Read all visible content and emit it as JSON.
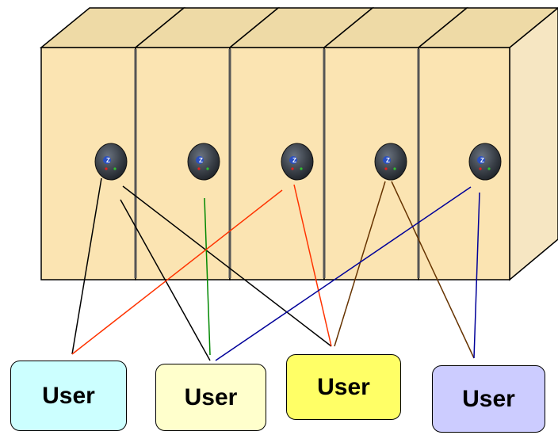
{
  "diagram": {
    "cabinets": [
      {
        "id": "cab1",
        "device_icon": "zpower-device-icon"
      },
      {
        "id": "cab2",
        "device_icon": "zpower-device-icon"
      },
      {
        "id": "cab3",
        "device_icon": "zpower-device-icon"
      },
      {
        "id": "cab4",
        "device_icon": "zpower-device-icon"
      },
      {
        "id": "cab5",
        "device_icon": "zpower-device-icon"
      }
    ],
    "users": [
      {
        "label": "User",
        "color": "#ccffff"
      },
      {
        "label": "User",
        "color": "#ffffcc"
      },
      {
        "label": "User",
        "color": "#ffff66"
      },
      {
        "label": "User",
        "color": "#ccccff"
      }
    ],
    "connections": [
      {
        "from": "cab1",
        "to": "user1",
        "color": "#000000"
      },
      {
        "from": "cab1",
        "to": "user2",
        "color": "#000000"
      },
      {
        "from": "cab1",
        "to": "user3",
        "color": "#000000"
      },
      {
        "from": "cab2",
        "to": "user2",
        "color": "#008800"
      },
      {
        "from": "cab3",
        "to": "user1",
        "color": "#ff3300"
      },
      {
        "from": "cab3",
        "to": "user3",
        "color": "#ff3300"
      },
      {
        "from": "cab4",
        "to": "user3",
        "color": "#663300"
      },
      {
        "from": "cab4",
        "to": "user4",
        "color": "#663300"
      },
      {
        "from": "cab5",
        "to": "user2",
        "color": "#000099"
      },
      {
        "from": "cab5",
        "to": "user4",
        "color": "#000099"
      }
    ]
  },
  "colors": {
    "cabinet_front": "#fbe4b2",
    "cabinet_top": "#eedaa6",
    "cabinet_side": "#f6e6c2",
    "device_body": "#3a4048"
  }
}
